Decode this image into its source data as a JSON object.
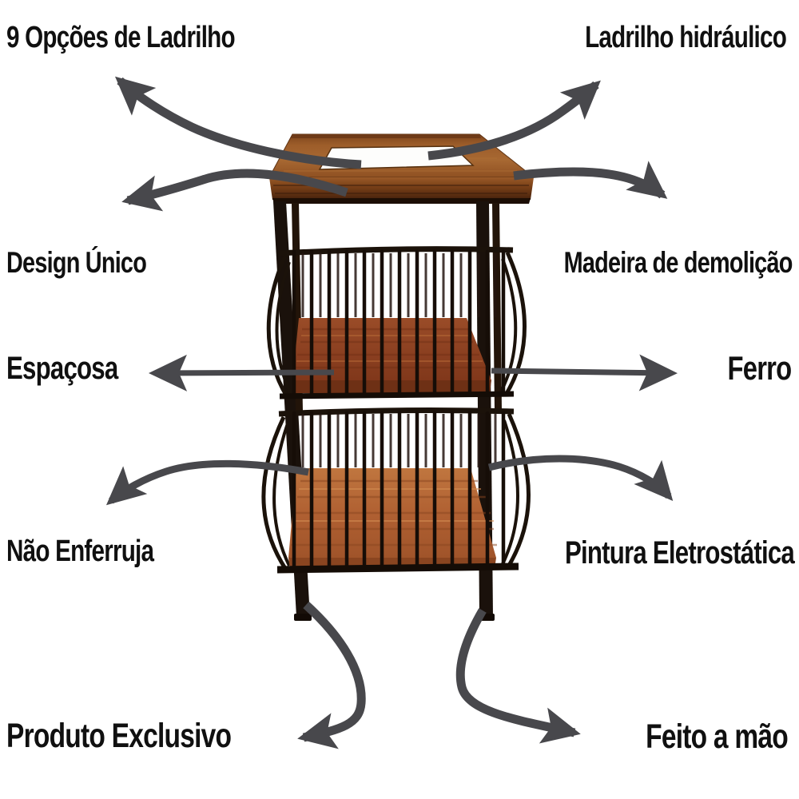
{
  "page": {
    "background": "#ffffff"
  },
  "palette": {
    "arrow": "#48484c",
    "label_text": "#101010",
    "wood_top": "#9c5a28",
    "wood_shelf_upper": "#8e4224",
    "wood_shelf_lower": "#b4673a",
    "iron_frame": "#1a110b",
    "tile_white": "#fdfdfc"
  },
  "labels": [
    {
      "id": "tile-options",
      "text": "9 Opções de Ladrilho",
      "position": "top-left"
    },
    {
      "id": "hydraulic-tile",
      "text": "Ladrilho hidráulico",
      "position": "top-right"
    },
    {
      "id": "unique-design",
      "text": "Design Único",
      "position": "upper-left"
    },
    {
      "id": "demolition-wood",
      "text": "Madeira de demolição",
      "position": "upper-right"
    },
    {
      "id": "spacious",
      "text": "Espaçosa",
      "position": "middle-left"
    },
    {
      "id": "iron",
      "text": "Ferro",
      "position": "middle-right"
    },
    {
      "id": "no-rust",
      "text": "Não Enferruja",
      "position": "lower-left"
    },
    {
      "id": "electrostatic-paint",
      "text": "Pintura Eletrostática",
      "position": "lower-right"
    },
    {
      "id": "exclusive-product",
      "text": "Produto Exclusivo",
      "position": "bottom-left"
    },
    {
      "id": "handmade",
      "text": "Feito a mão",
      "position": "bottom-right"
    }
  ]
}
